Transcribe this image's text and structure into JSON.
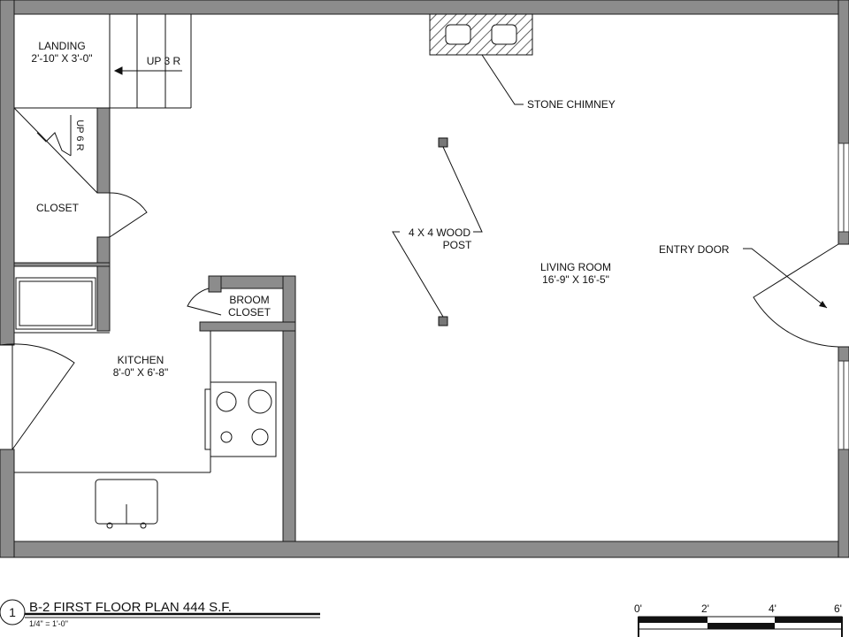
{
  "rooms": {
    "landing": {
      "name": "LANDING",
      "size": "2'-10\" X 3'-0\""
    },
    "up3": "UP 3 R",
    "up6": "UP 6 R",
    "closet": "CLOSET",
    "broom_closet": {
      "line1": "BROOM",
      "line2": "CLOSET"
    },
    "kitchen": {
      "name": "KITCHEN",
      "size": "8'-0\" X 6'-8\""
    },
    "living_room": {
      "name": "LIVING ROOM",
      "size": "16'-9\" X 16'-5\""
    }
  },
  "callouts": {
    "stone_chimney": "STONE CHIMNEY",
    "wood_post": {
      "line1": "4 X 4 WOOD",
      "line2": "POST"
    },
    "entry_door": "ENTRY DOOR"
  },
  "title_block": {
    "number": "1",
    "title": "B-2 FIRST FLOOR PLAN 444 S.F.",
    "scale": "1/4\" = 1'-0\""
  },
  "scale_bar": {
    "ticks": [
      "0'",
      "2'",
      "4'",
      "6'"
    ]
  },
  "colors": {
    "wall": "#8c8c8c",
    "wall_outline": "#1a1a1a",
    "line": "#111111",
    "post": "#777777"
  }
}
